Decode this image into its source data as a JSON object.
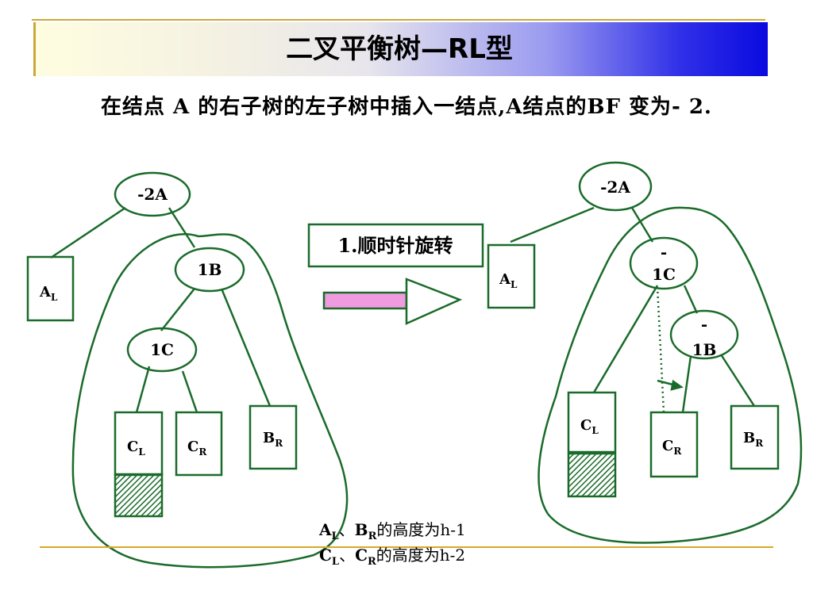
{
  "slide": {
    "title": "二叉平衡树—RL型",
    "subtitle": "在结点 A 的右子树的左子树中插入一结点,A结点的BF 变为- 2."
  },
  "operation": {
    "label": "1.顺时针旋转"
  },
  "left_tree": {
    "nodes": {
      "a": "-2A",
      "b": "1B",
      "c": "1C"
    },
    "boxes": {
      "al_main": "A",
      "al_sub": "L",
      "cl_main": "C",
      "cl_sub": "L",
      "cr_main": "C",
      "cr_sub": "R",
      "br_main": "B",
      "br_sub": "R"
    }
  },
  "right_tree": {
    "nodes": {
      "a": "-2A",
      "c_top": "-",
      "c_bottom": "1C",
      "b_top": "-",
      "b_bottom": "1B"
    },
    "boxes": {
      "al_main": "A",
      "al_sub": "L",
      "cl_main": "C",
      "cl_sub": "L",
      "cr_main": "C",
      "cr_sub": "R",
      "br_main": "B",
      "br_sub": "R"
    }
  },
  "notes": {
    "line1": {
      "a": "A",
      "a_sub": "L",
      "sep": "、",
      "b": "B",
      "b_sub": "R",
      "text": "的高度为h-1"
    },
    "line2": {
      "a": "C",
      "a_sub": "L",
      "sep": "、",
      "b": "C",
      "b_sub": "R",
      "text": "的高度为h-2"
    }
  },
  "colors": {
    "tree_green": "#1a6b2a",
    "arrow_pink": "#f09be0",
    "title_gradient_end": "#0a0ae0"
  }
}
